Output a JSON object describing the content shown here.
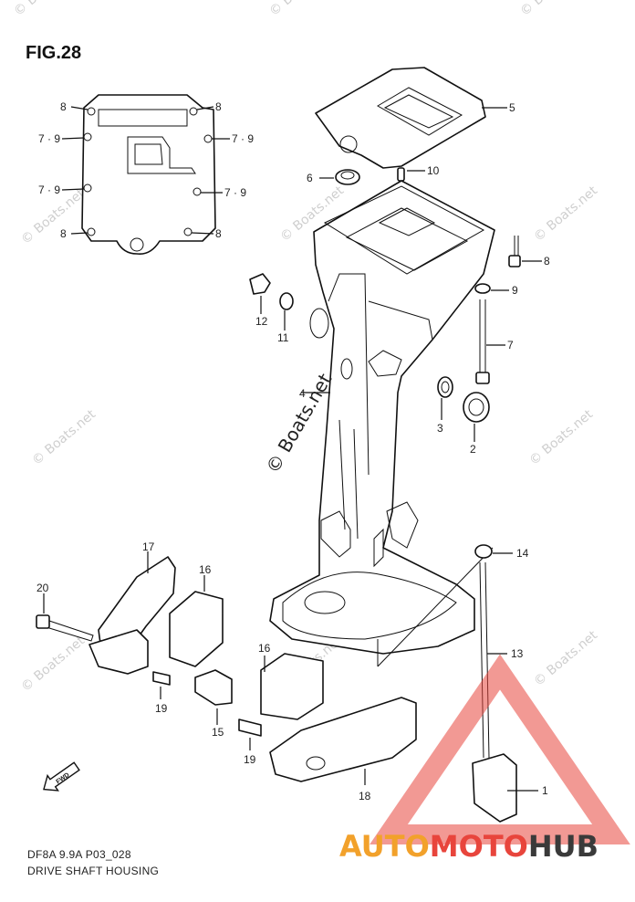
{
  "figure": {
    "title": "FIG.28"
  },
  "caption": {
    "line1": "DF8A 9.9A P03_028",
    "line2": "DRIVE SHAFT HOUSING"
  },
  "watermark": {
    "text": "© Boats.net",
    "big_text": "© Boats.net"
  },
  "fwd_badge": {
    "text": "FWD"
  },
  "brand": {
    "part1": "AUTO",
    "part2": "MOTO",
    "part3": "HUB",
    "colors": {
      "auto": "#f2a12b",
      "moto": "#e8453c",
      "hub": "#3a3a3a",
      "triangle": "#e8453c"
    }
  },
  "callouts": {
    "c1": "1",
    "c2": "2",
    "c3": "3",
    "c4": "4",
    "c5": "5",
    "c6": "6",
    "c7": "7",
    "c8a": "8",
    "c8b": "8",
    "c8c": "8",
    "c8d": "8",
    "c8e": "8",
    "c9": "9",
    "c10": "10",
    "c11": "11",
    "c12": "12",
    "c13": "13",
    "c14": "14",
    "c15": "15",
    "c16a": "16",
    "c16b": "16",
    "c17": "17",
    "c18": "18",
    "c19a": "19",
    "c19b": "19",
    "c20": "20",
    "c79a": "7 · 9",
    "c79b": "7 · 9",
    "c79c": "7 · 9",
    "c79d": "7 · 9"
  }
}
